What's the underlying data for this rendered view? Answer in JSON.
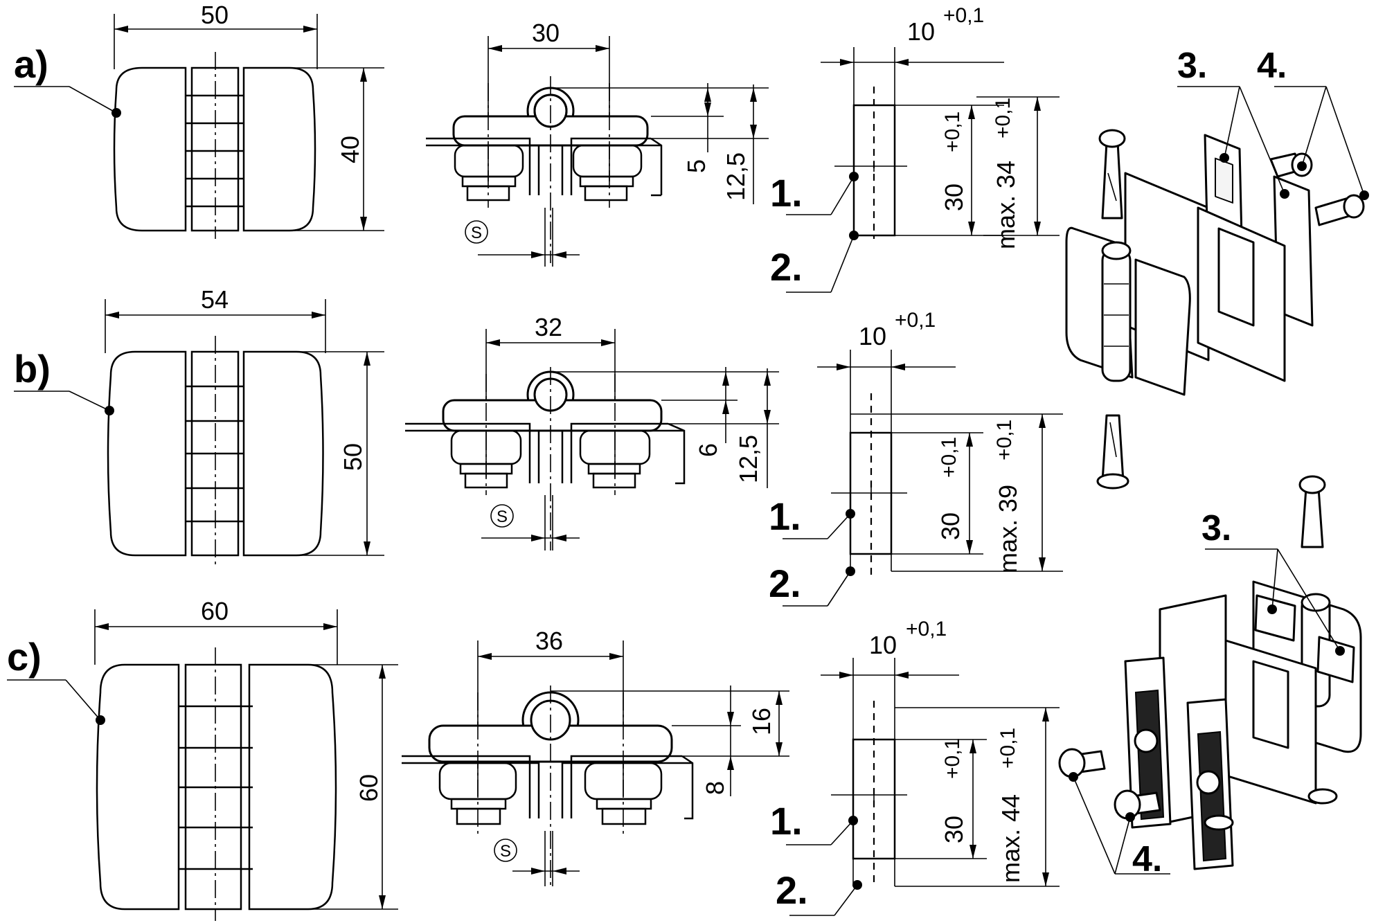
{
  "variants": [
    {
      "label": "a)",
      "width": "50",
      "height": "40",
      "hole_spacing": "30",
      "dim_small": "5",
      "dim_large": "12,5",
      "slot_offset": "10",
      "slot_offset_tol": "+0,1",
      "slot_length": "30",
      "slot_length_tol": "+0,1",
      "max_label": "max. 34",
      "max_tol": "+0,1",
      "s_mark": "S",
      "callout_1": "1.",
      "callout_2": "2."
    },
    {
      "label": "b)",
      "width": "54",
      "height": "50",
      "hole_spacing": "32",
      "dim_small": "6",
      "dim_large": "12,5",
      "slot_offset": "10",
      "slot_offset_tol": "+0,1",
      "slot_length": "30",
      "slot_length_tol": "+0,1",
      "max_label": "max. 39",
      "max_tol": "+0,1",
      "s_mark": "S",
      "callout_1": "1.",
      "callout_2": "2."
    },
    {
      "label": "c)",
      "width": "60",
      "height": "60",
      "hole_spacing": "36",
      "dim_small": "8",
      "dim_large": "16",
      "slot_offset": "10",
      "slot_offset_tol": "+0,1",
      "slot_length": "30",
      "slot_length_tol": "+0,1",
      "max_label": "max. 44",
      "max_tol": "+0,1",
      "s_mark": "S",
      "callout_1": "1.",
      "callout_2": "2."
    }
  ],
  "iso_top": {
    "callout_3": "3.",
    "callout_4": "4."
  },
  "iso_bottom": {
    "callout_3": "3.",
    "callout_4": "4."
  }
}
